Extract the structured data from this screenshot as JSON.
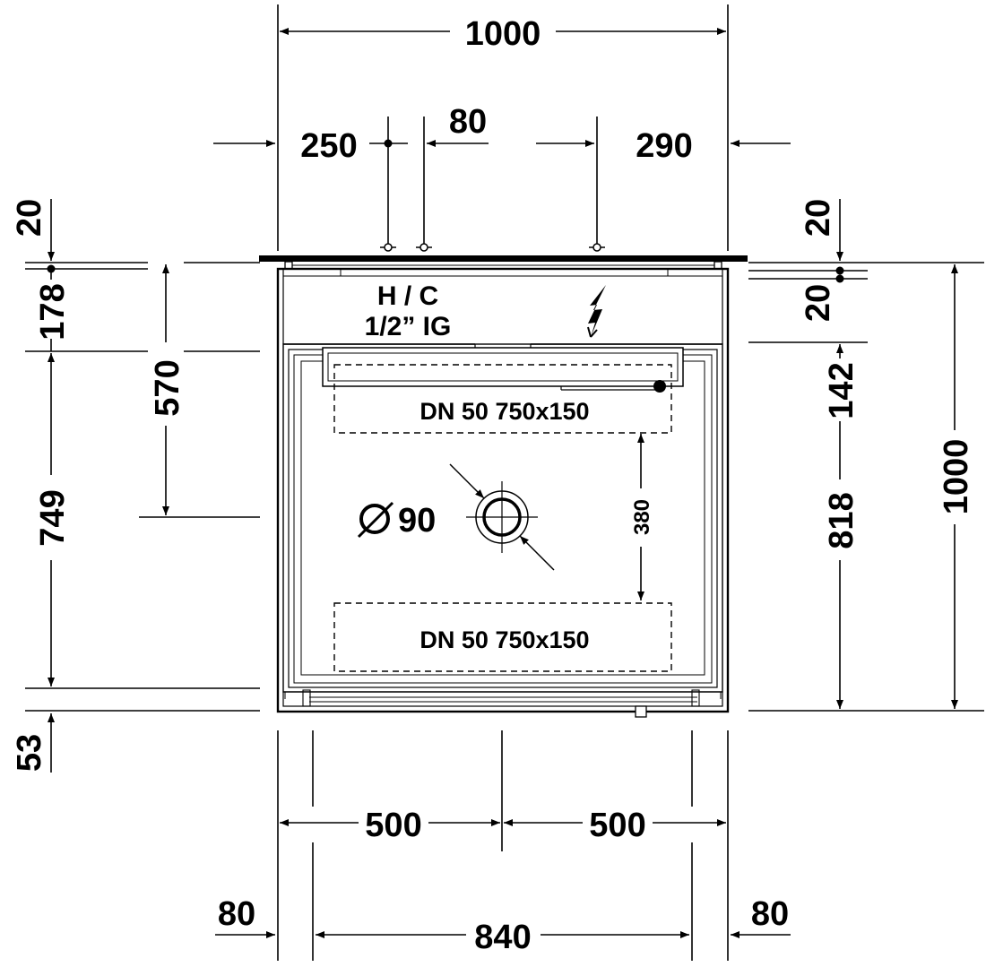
{
  "labels": {
    "top_width": "1000",
    "top_left_offset": "250",
    "top_gap": "80",
    "top_right_offset": "290",
    "left_top_small": "20",
    "right_top_small_a": "20",
    "right_top_small_b": "20",
    "left_178": "178",
    "left_570": "570",
    "left_749": "749",
    "left_53": "53",
    "right_142": "142",
    "right_818": "818",
    "right_1000": "1000",
    "hc_line1": "H / C",
    "hc_line2": "1/2” IG",
    "drain_top": "DN 50   750x150",
    "drain_bottom": "DN 50   750x150",
    "diameter": "90",
    "center_gap": "380",
    "bottom_half_left": "500",
    "bottom_half_right": "500",
    "bottom_side_left": "80",
    "bottom_inner": "840",
    "bottom_side_right": "80"
  },
  "icons": {
    "electric": "lightning-icon",
    "diameter": "diameter-symbol-icon",
    "outlet": "floor-outlet-icon"
  },
  "colors": {
    "line": "#000000",
    "background": "#ffffff"
  }
}
